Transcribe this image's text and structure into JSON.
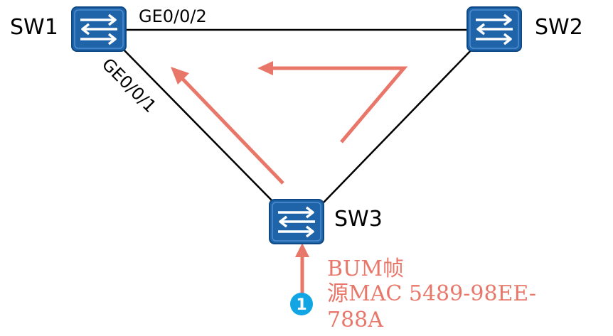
{
  "switches": {
    "sw1": {
      "name": "SW1",
      "icon": "switch-icon"
    },
    "sw2": {
      "name": "SW2",
      "icon": "switch-icon"
    },
    "sw3": {
      "name": "SW3",
      "icon": "switch-icon"
    }
  },
  "links": {
    "sw1_sw2_port": "GE0/0/2",
    "sw1_sw3_port": "GE0/0/1"
  },
  "frame": {
    "line1": "BUM帧",
    "line2": "源MAC 5489-98EE-",
    "line3": "788A"
  },
  "step_badge": "1",
  "colors": {
    "switch_fill": "#1f63a8",
    "switch_border": "#0f4a86",
    "link": "#000000",
    "flow_arrow": "#e8776a",
    "frame_text": "#e8776a",
    "step_badge": "#12a5e3"
  }
}
